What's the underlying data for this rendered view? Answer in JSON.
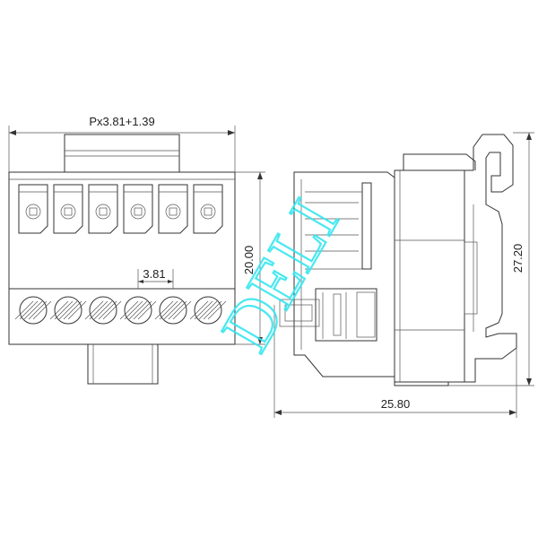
{
  "dimensions": {
    "top_width": "Px3.81+1.39",
    "pitch": "3.81",
    "height_front": "20.00",
    "height_side": "27.20",
    "width_side": "25.80"
  },
  "watermark": "DELI",
  "front_view": {
    "terminal_count": 6
  },
  "colors": {
    "line": "#333333",
    "watermark": "#37e6ef"
  }
}
